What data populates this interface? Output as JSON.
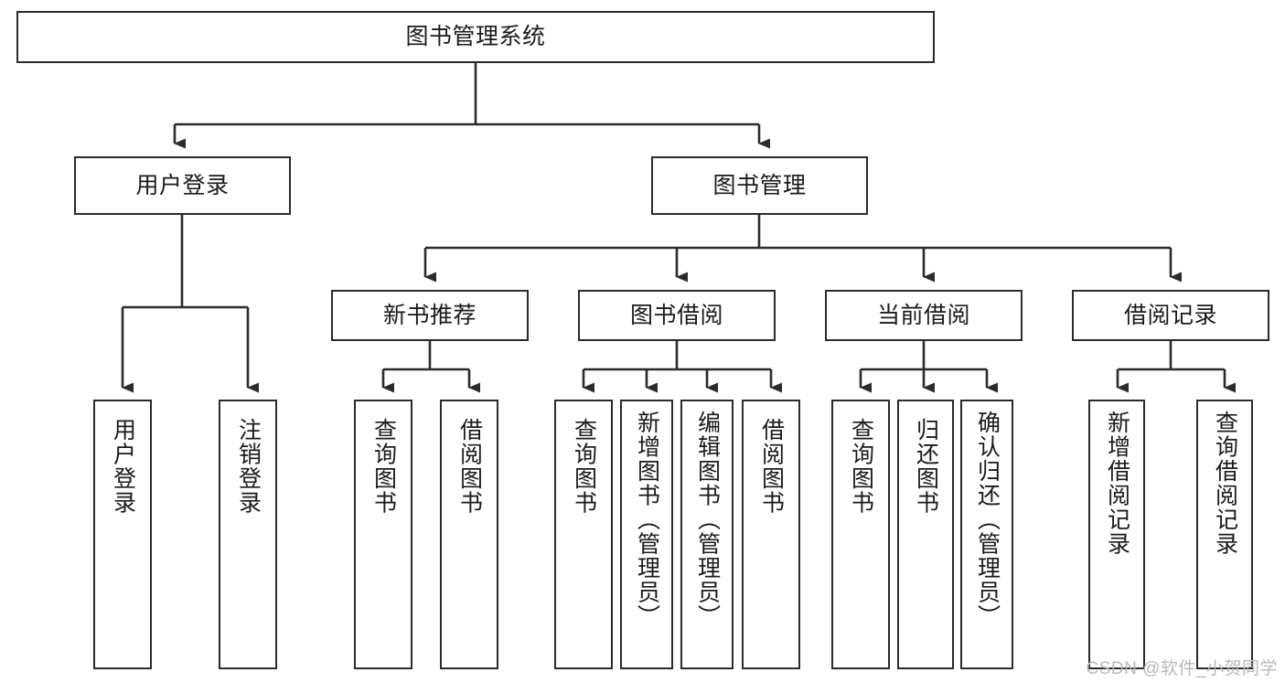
{
  "diagram": {
    "title": "图书管理系统",
    "type": "hierarchy-tree",
    "watermark": "CSDN @软件_小贺同学",
    "colors": {
      "stroke": "#2b2b2b",
      "fill": "#ffffff",
      "text": "#1a1a1a",
      "watermark": "#b9b9b9"
    },
    "levels": {
      "root": {
        "label": "图书管理系统"
      },
      "level1": [
        {
          "label": "用户登录"
        },
        {
          "label": "图书管理"
        }
      ],
      "level2": [
        {
          "label": "新书推荐"
        },
        {
          "label": "图书借阅"
        },
        {
          "label": "当前借阅"
        },
        {
          "label": "借阅记录"
        }
      ],
      "leaves": {
        "user_login": [
          {
            "label": "用户登录"
          },
          {
            "label": "注销登录"
          }
        ],
        "new_book_recommend": [
          {
            "label": "查询图书"
          },
          {
            "label": "借阅图书"
          }
        ],
        "book_borrow": [
          {
            "label": "查询图书"
          },
          {
            "label": "新增图书（管理员）"
          },
          {
            "label": "编辑图书（管理员）"
          },
          {
            "label": "借阅图书"
          }
        ],
        "current_borrow": [
          {
            "label": "查询图书"
          },
          {
            "label": "归还图书"
          },
          {
            "label": "确认归还（管理员）"
          }
        ],
        "borrow_record": [
          {
            "label": "新增借阅记录"
          },
          {
            "label": "查询借阅记录"
          }
        ]
      }
    }
  }
}
